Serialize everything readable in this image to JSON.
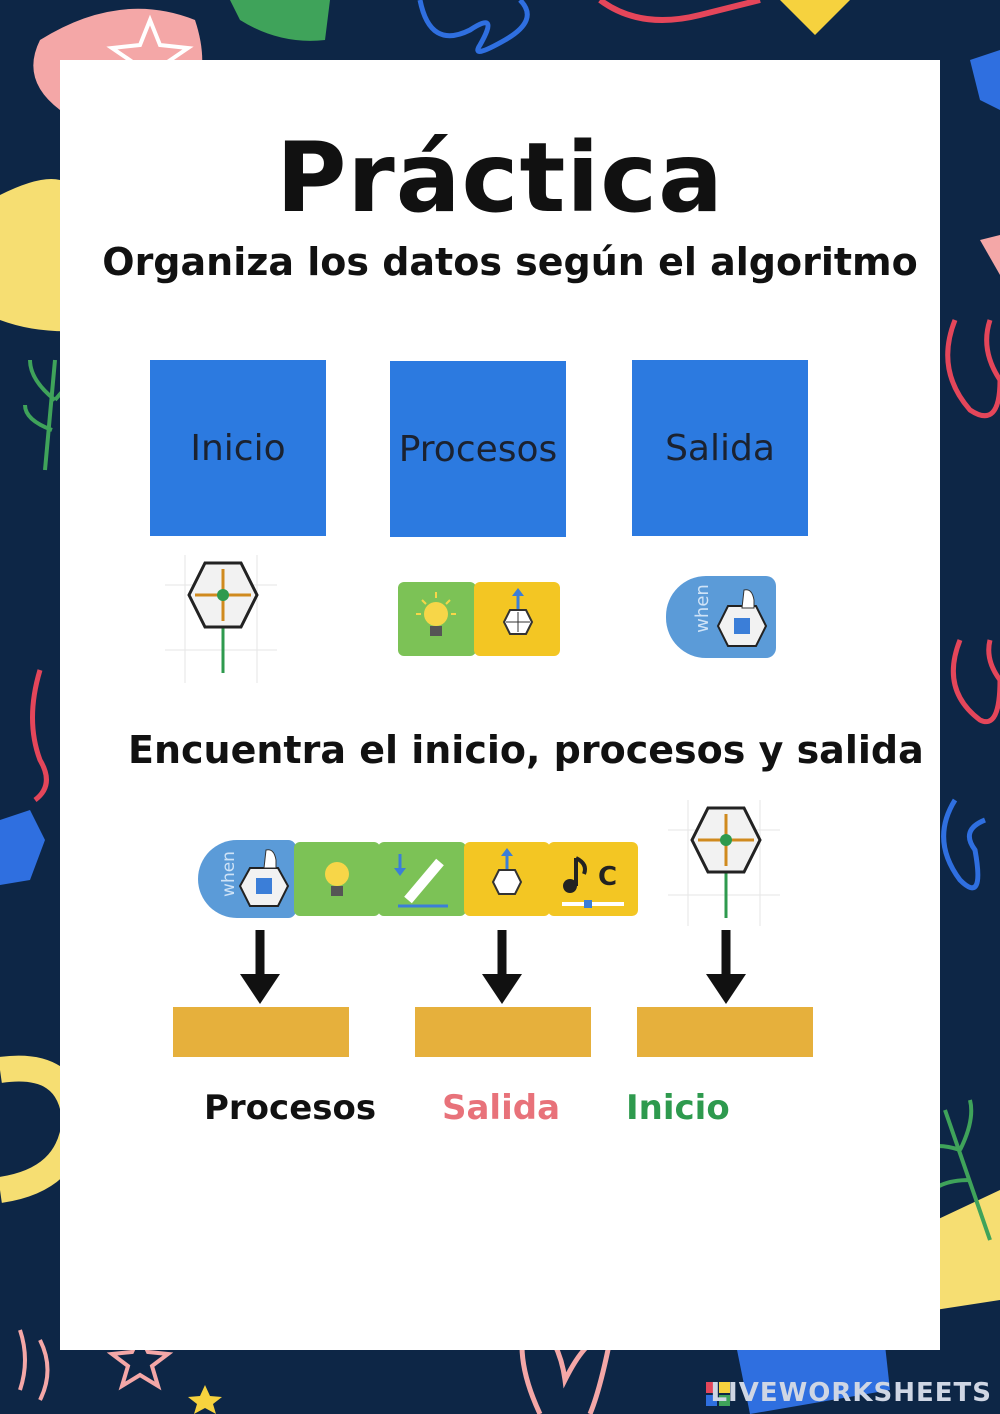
{
  "title": "Práctica",
  "subtitle": "Organiza los datos según el algoritmo",
  "categories": [
    "Inicio",
    "Procesos",
    "Salida"
  ],
  "section2_title": "Encuentra el inicio, procesos y salida",
  "answer_words": [
    "Procesos",
    "Salida",
    "Inicio"
  ],
  "block_labels": {
    "when": "when",
    "note": "C"
  },
  "watermark": "LIVEWORKSHEETS",
  "colors": {
    "background": "#0d2646",
    "card": "#ffffff",
    "category_box": "#2c7ae0",
    "answer_box": "#e6b03c",
    "word_procesos": "#111111",
    "word_salida": "#e8727a",
    "word_inicio": "#2e9a4e"
  }
}
